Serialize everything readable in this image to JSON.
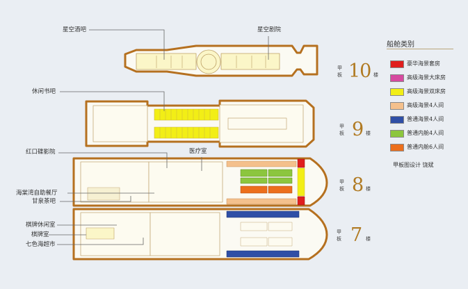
{
  "legend": {
    "title": "船舱类别",
    "items": [
      {
        "label": "豪华海景套房",
        "color": "#e01e1e"
      },
      {
        "label": "高级海景大床房",
        "color": "#d64aa0"
      },
      {
        "label": "高级海景双床房",
        "color": "#f2ee16"
      },
      {
        "label": "高级海景4人间",
        "color": "#f4c08c"
      },
      {
        "label": "普通海景4人间",
        "color": "#2f4fa6"
      },
      {
        "label": "普通内舱4人间",
        "color": "#8cc63e"
      },
      {
        "label": "普通内舱6人间",
        "color": "#ec6f1c"
      }
    ]
  },
  "credit": "甲板图设计  饶斌",
  "decks": [
    {
      "prefix": "甲板",
      "number": "10",
      "suffix": "楼"
    },
    {
      "prefix": "甲板",
      "number": "9",
      "suffix": "楼"
    },
    {
      "prefix": "甲板",
      "number": "8",
      "suffix": "楼"
    },
    {
      "prefix": "甲板",
      "number": "7",
      "suffix": "楼"
    }
  ],
  "labels": {
    "star_bar": "星空酒吧",
    "star_cinema": "星空剧院",
    "leisure_bar": "休闲书吧",
    "red_cinema": "红口碟影院",
    "medical": "医疗室",
    "buffet": "海棠湾自助餐厅",
    "tea": "甘泉茶吧",
    "chess_room": "棋牌休闲室",
    "chess": "棋牌室",
    "supermarket": "七色海超市"
  }
}
